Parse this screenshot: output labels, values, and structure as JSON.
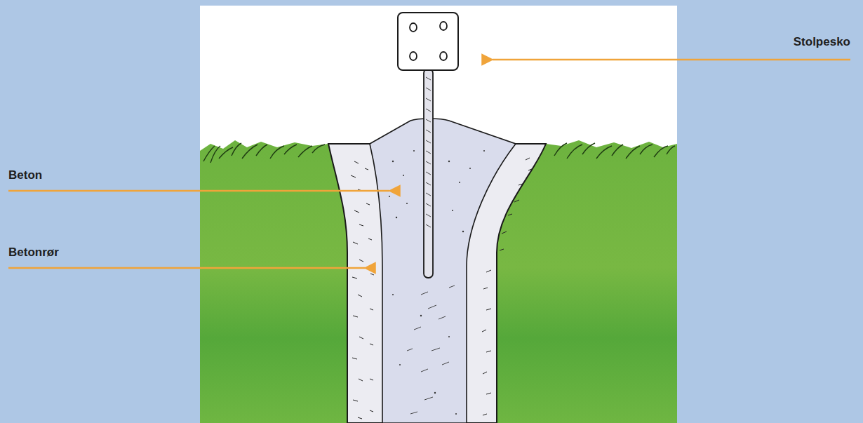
{
  "diagram": {
    "labels": [
      "Stolpesko",
      "Beton",
      "Betonrør"
    ]
  }
}
